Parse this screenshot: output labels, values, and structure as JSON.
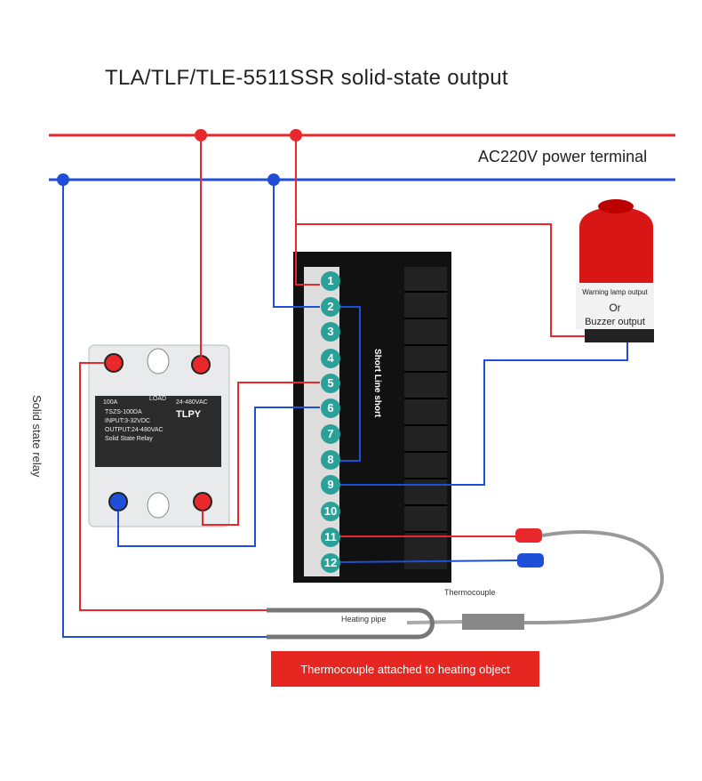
{
  "title": "TLA/TLF/TLE-5511SSR solid-state output",
  "power_label": "AC220V power terminal",
  "relay_side_label": "Solid state relay",
  "short_label": "Short Line short",
  "lamp": {
    "line1": "Warning lamp output",
    "line2": "Or",
    "line3": "Buzzer output"
  },
  "thermocouple_label": "Thermocouple",
  "heating_label": "Heating pipe",
  "banner": "Thermocouple attached to heating object",
  "terminals": [
    "1",
    "2",
    "3",
    "4",
    "5",
    "6",
    "7",
    "8",
    "9",
    "10",
    "11",
    "12"
  ],
  "relay": {
    "brand": "TLPY",
    "model": "TSZS-100DA",
    "input": "INPUT:3-32VDC",
    "output": "OUTPUT:24-480VAC",
    "type": "Solid State Relay",
    "load": "LOAD",
    "voltage": "24-480VAC",
    "rating": "100A"
  },
  "colors": {
    "live": "#e8282a",
    "neutral": "#1f4fd8",
    "terminal": "#2aa198"
  }
}
